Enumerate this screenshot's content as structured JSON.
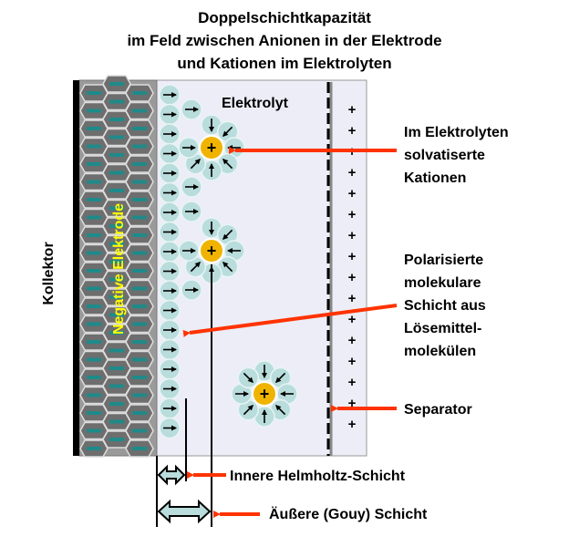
{
  "title": {
    "line1": "Doppelschichtkapazität",
    "line2": "im Feld zwischen Anionen in der Elektrode",
    "line3": "und Kationen im Elektrolyten"
  },
  "regions": {
    "collector": "Kollektor",
    "electrode": "Negative Elektrode",
    "electrolyte": "Elektrolyt"
  },
  "labels": {
    "cations": [
      "Im Elektrolyten",
      "solvatiserte",
      "Kationen"
    ],
    "polarized": [
      "Polarisierte",
      "molekulare",
      "Schicht aus",
      "Lösemittel-",
      "molekülen"
    ],
    "separator": "Separator",
    "inner": "Innere Helmholtz-Schicht",
    "outer": "Äußere (Gouy) Schicht"
  },
  "symbols": {
    "plus": "+"
  },
  "colors": {
    "collector": "#000000",
    "electrode": "#9a9a9a",
    "electrolyte": "#ededf7",
    "solvent": "#b9dcdc",
    "cation": "#f0b400",
    "arrow": "#ff3300",
    "electrode_label": "#ffff00"
  }
}
